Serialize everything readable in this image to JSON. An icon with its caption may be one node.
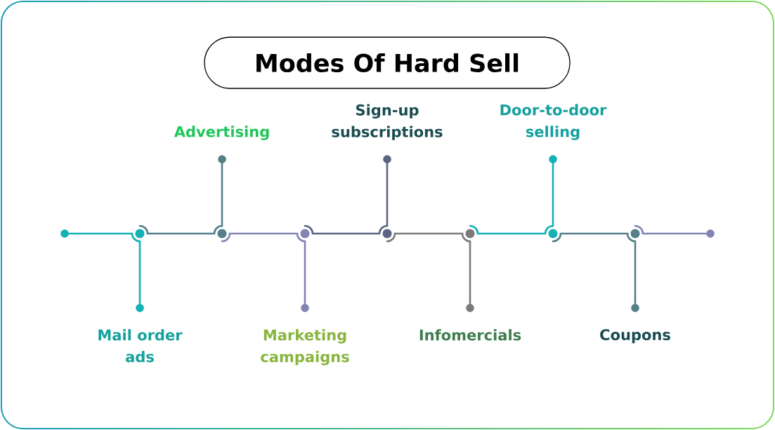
{
  "diagram": {
    "title": "Modes Of Hard Sell",
    "nodes": [
      {
        "text": [],
        "shape": "circle"
      },
      {
        "text": [],
        "shape": "circle"
      },
      {
        "text": [],
        "shape": "circle",
        "beside": [
          "Mail order ads"
        ]
      },
      {
        "text": [],
        "shape": "circle"
      },
      {
        "text": [],
        "shape": "circle",
        "beside": [
          "Advertising"
        ]
      },
      {
        "text": [],
        "shape": "circle"
      },
      {
        "text": [],
        "shape": "circle",
        "beside": [
          "Marketing campaigns"
        ]
      },
      {
        "text": [],
        "shape": "circle"
      },
      {
        "text": [],
        "shape": "circle",
        "beside": [
          "Sign-up subscriptions"
        ]
      },
      {
        "text": [],
        "shape": "circle"
      },
      {
        "text": [],
        "shape": "circle",
        "beside": [
          "Infomercials"
        ]
      },
      {
        "text": [],
        "shape": "circle"
      },
      {
        "text": [],
        "shape": "circle",
        "beside": [
          "Door-to-door selling"
        ]
      },
      {
        "text": [],
        "shape": "circle"
      },
      {
        "text": [],
        "shape": "circle",
        "beside": [
          "Coupons"
        ]
      },
      {
        "text": [],
        "shape": "circle"
      }
    ],
    "edges": [
      {
        "from": 0,
        "to": 1,
        "arrow": "none"
      },
      {
        "from": 1,
        "to": 2,
        "arrow": "none"
      },
      {
        "from": 1,
        "to": 3,
        "arrow": "none",
        "color": "#567f89"
      },
      {
        "from": 3,
        "to": 4,
        "arrow": "none",
        "color": "#567f89"
      },
      {
        "from": 3,
        "to": 5,
        "arrow": "none",
        "color": "#8384b4"
      },
      {
        "from": 5,
        "to": 6,
        "arrow": "none",
        "color": "#8384b4"
      },
      {
        "from": 5,
        "to": 7,
        "arrow": "none",
        "color": "#5b6583"
      },
      {
        "from": 7,
        "to": 8,
        "arrow": "none",
        "color": "#5b6583"
      },
      {
        "from": 7,
        "to": 9,
        "arrow": "none",
        "color": "#7b7b7b"
      },
      {
        "from": 9,
        "to": 10,
        "arrow": "none",
        "color": "#7b7b7b"
      },
      {
        "from": 9,
        "to": 11,
        "arrow": "none"
      },
      {
        "from": 11,
        "to": 12,
        "arrow": "none"
      },
      {
        "from": 11,
        "to": 13,
        "arrow": "none",
        "color": "#567f89"
      },
      {
        "from": 13,
        "to": 14,
        "arrow": "none",
        "color": "#567f89"
      },
      {
        "from": 13,
        "to": 15,
        "arrow": "none",
        "color": "#8384b4"
      }
    ]
  }
}
